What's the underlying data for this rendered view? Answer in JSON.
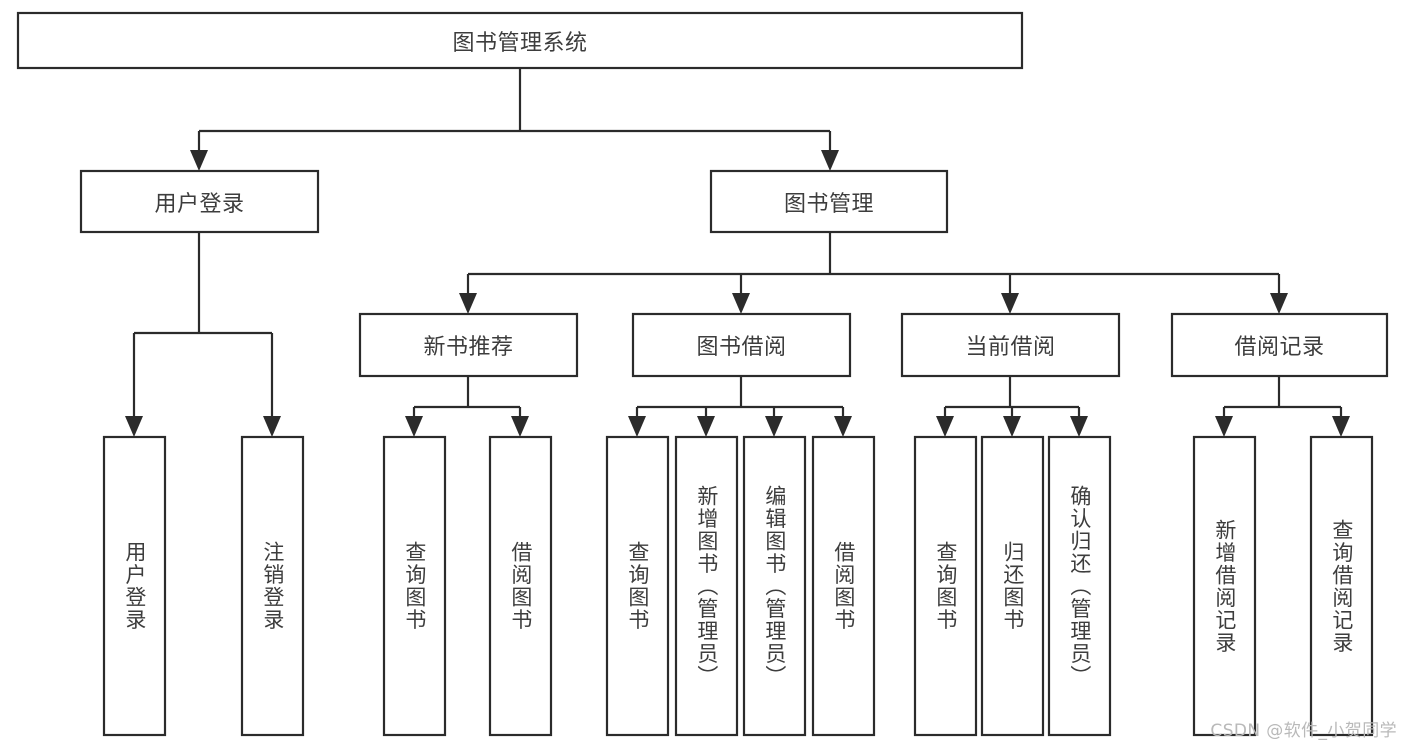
{
  "diagram": {
    "type": "tree-hierarchy",
    "title": "图书管理系统",
    "watermark": "CSDN @软件_小贺同学",
    "colors": {
      "stroke": "#2b2b2b",
      "box_fill": "#ffffff",
      "text": "#3d3d3d",
      "background": "#ffffff",
      "watermark": "#b9b9b9"
    },
    "root": {
      "label": "图书管理系统"
    },
    "level2": [
      {
        "label": "用户登录"
      },
      {
        "label": "图书管理"
      }
    ],
    "level3": [
      {
        "label": "新书推荐"
      },
      {
        "label": "图书借阅"
      },
      {
        "label": "当前借阅"
      },
      {
        "label": "借阅记录"
      }
    ],
    "leaves": {
      "user_login": [
        {
          "label": "用户登录"
        },
        {
          "label": "注销登录"
        }
      ],
      "new_book_recommend": [
        {
          "label": "查询图书"
        },
        {
          "label": "借阅图书"
        }
      ],
      "book_borrow": [
        {
          "label": "查询图书"
        },
        {
          "label": "新增图书（管理员）"
        },
        {
          "label": "编辑图书（管理员）"
        },
        {
          "label": "借阅图书"
        }
      ],
      "current_borrow": [
        {
          "label": "查询图书"
        },
        {
          "label": "归还图书"
        },
        {
          "label": "确认归还（管理员）"
        }
      ],
      "borrow_record": [
        {
          "label": "新增借阅记录"
        },
        {
          "label": "查询借阅记录"
        }
      ]
    }
  }
}
